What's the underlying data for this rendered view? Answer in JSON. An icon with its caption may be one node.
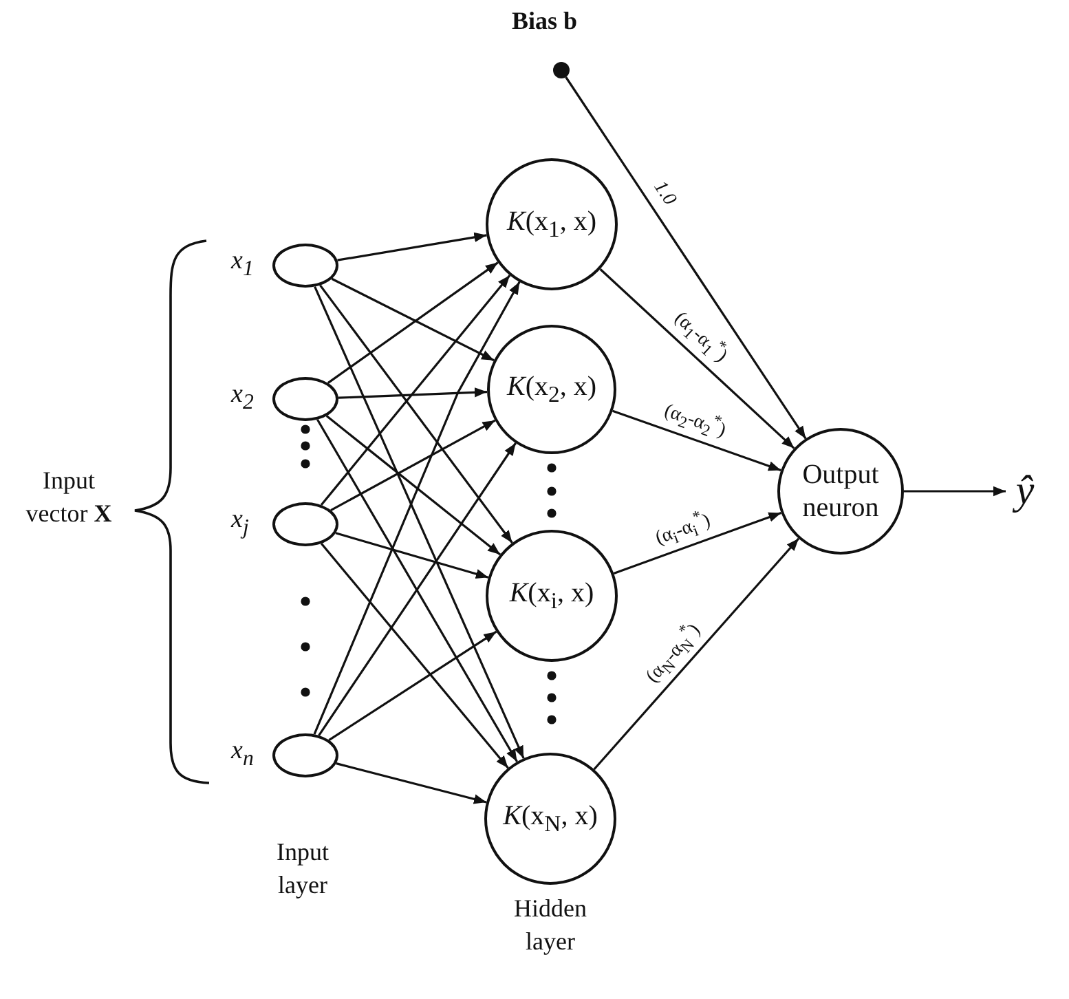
{
  "diagram": {
    "nodes": [
      {
        "text": [],
        "shape": "ellipse",
        "beside": [
          "x$_{1}$"
        ]
      },
      {
        "text": [],
        "shape": "ellipse",
        "beside": [
          "x$_{2}$"
        ]
      },
      {
        "text": [],
        "shape": "ellipse",
        "beside": [
          "x$_{j}$"
        ]
      },
      {
        "text": [],
        "shape": "ellipse",
        "beside": [
          "x$_{n}$"
        ]
      },
      {
        "text": [
          "*K*(x$_{1}$, x)"
        ]
      },
      {
        "text": [
          "*K*(x$_{2}$, x)"
        ]
      },
      {
        "text": [
          "*K*(x$_{i}$, x)"
        ]
      },
      {
        "text": [
          "*K*(x$_{N}$, x)"
        ]
      },
      {
        "text": [
          "Output neuron"
        ]
      },
      {
        "text": [],
        "shape": "circle",
        "beside": [
          "Bias b"
        ]
      },
      {
        "text": [
          "ŷ"
        ]
      }
    ],
    "edges": [
      {
        "from": 0,
        "to": 4,
        "arrow": "to"
      },
      {
        "from": 0,
        "to": 5,
        "arrow": "to"
      },
      {
        "from": 0,
        "to": 6,
        "arrow": "to"
      },
      {
        "from": 0,
        "to": 7,
        "arrow": "to"
      },
      {
        "from": 1,
        "to": 4,
        "arrow": "to"
      },
      {
        "from": 1,
        "to": 5,
        "arrow": "to"
      },
      {
        "from": 1,
        "to": 6,
        "arrow": "to"
      },
      {
        "from": 1,
        "to": 7,
        "arrow": "to"
      },
      {
        "from": 2,
        "to": 4,
        "arrow": "to"
      },
      {
        "from": 2,
        "to": 5,
        "arrow": "to"
      },
      {
        "from": 2,
        "to": 6,
        "arrow": "to"
      },
      {
        "from": 2,
        "to": 7,
        "arrow": "to"
      },
      {
        "from": 3,
        "to": 4,
        "arrow": "to"
      },
      {
        "from": 3,
        "to": 5,
        "arrow": "to"
      },
      {
        "from": 3,
        "to": 6,
        "arrow": "to"
      },
      {
        "from": 3,
        "to": 7,
        "arrow": "to"
      },
      {
        "from": 4,
        "to": 8,
        "arrow": "to",
        "label": "(α$_{1}$-α$_{1}$$^{*}$)"
      },
      {
        "from": 5,
        "to": 8,
        "arrow": "to",
        "label": "(α$_{2}$-α$_{2}$$^{*}$)"
      },
      {
        "from": 6,
        "to": 8,
        "arrow": "to",
        "label": "(α$_{i}$-α$_{i}$$^{*}$)"
      },
      {
        "from": 7,
        "to": 8,
        "arrow": "to",
        "label": "(α$_{N}$-α$_{N}$$^{*}$)"
      },
      {
        "from": 9,
        "to": 8,
        "arrow": "to",
        "label": "1.0"
      },
      {
        "from": 8,
        "to": 10,
        "arrow": "to"
      }
    ],
    "labels": [
      "Input vector **X**",
      "Input layer",
      "Hidden layer"
    ]
  }
}
